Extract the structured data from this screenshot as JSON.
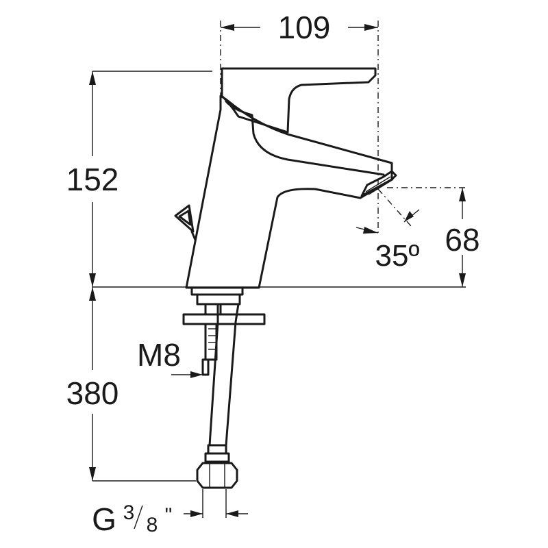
{
  "dimensions": {
    "width": "109",
    "height_body": "152",
    "spout_height": "68",
    "spout_angle": "35º",
    "hose_length": "380",
    "bolt": "M8",
    "connection_g": "G",
    "connection_num": "3",
    "connection_den": "8",
    "connection_inch": "\""
  },
  "colors": {
    "ink": "#1a1a1a",
    "background": "#ffffff"
  }
}
